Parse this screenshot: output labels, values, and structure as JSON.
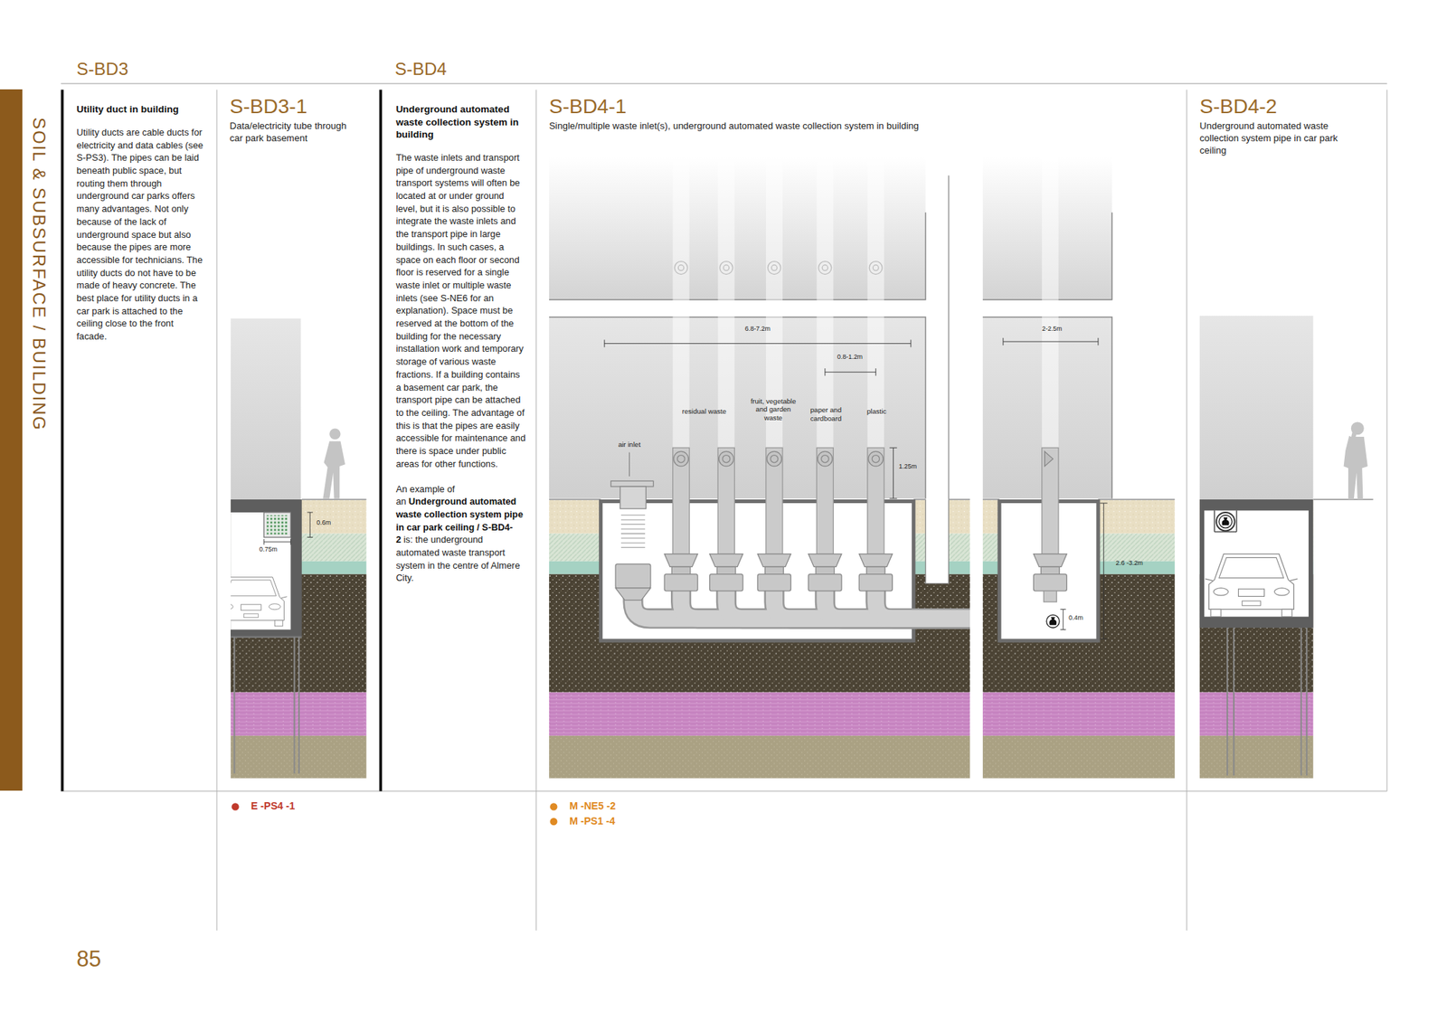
{
  "diagram": {
    "nodes": [
      {
        "text": [
          "SOIL & SUBSURFACE / BUILDING"
        ]
      },
      {
        "text": [
          "Utility duct in building",
          "Utility ducts are cable ducts for electricity and data cables (see S-PS3). The pipes can be laid beneath public space, but routing them through underground car parks offers many advantages. Not only because of the lack of underground space but also because the pipes are more accessible for technicians. The utility ducts do not have to be made of heavy concrete. The best place for utility ducts in a car park is attached to the ceiling close to the front facade."
        ]
      },
      {
        "text": [
          "S-BD3-1",
          "Data/electricity tube through car park basement"
        ]
      },
      {
        "text": [
          "Underground automated waste collection system in building",
          "The waste inlets and transport pipe of underground waste transport systems will often be located at or under ground level, but it is also possible to integrate the waste inlets and the transport pipe in large buildings. In such cases, a space on each floor or second floor is reserved for a single waste inlet or multiple waste inlets (see S-NE6 for an explanation). Space must be reserved at the bottom of the building for the necessary installation work and temporary storage of various waste fractions. If a building contains a basement car park, the transport pipe can be attached to the ceiling. The advantage of this is that the pipes are easily accessible for maintenance and there is space under public areas for other functions.",
          "An example of an",
          "Underground automated waste collection system pipe in car park ceiling / S-BD4-2",
          "is: the underground automated waste transport system in the centre of Almere City."
        ]
      },
      {
        "text": [
          "S-BD4-1",
          "Single/multiple waste inlet(s), underground automated waste collection system in building"
        ]
      },
      {
        "text": [
          "S-BD4-2",
          "Underground automated waste collection system pipe in car park ceiling"
        ]
      }
    ],
    "labels": [
      "S-BD3",
      "S-BD4",
      "0.6m",
      "0.75m",
      "E -PS4 -1",
      "6.8-7.2m",
      "0.8-1.2m",
      "residual waste",
      "fruit, vegetable and garden waste",
      "paper and cardboard",
      "plastic",
      "air inlet",
      "1.25m",
      "2-2.5m",
      "2.6 -3.2m",
      "0.4m",
      "M -NE5 -2",
      "M -PS1 -4",
      "85"
    ]
  }
}
